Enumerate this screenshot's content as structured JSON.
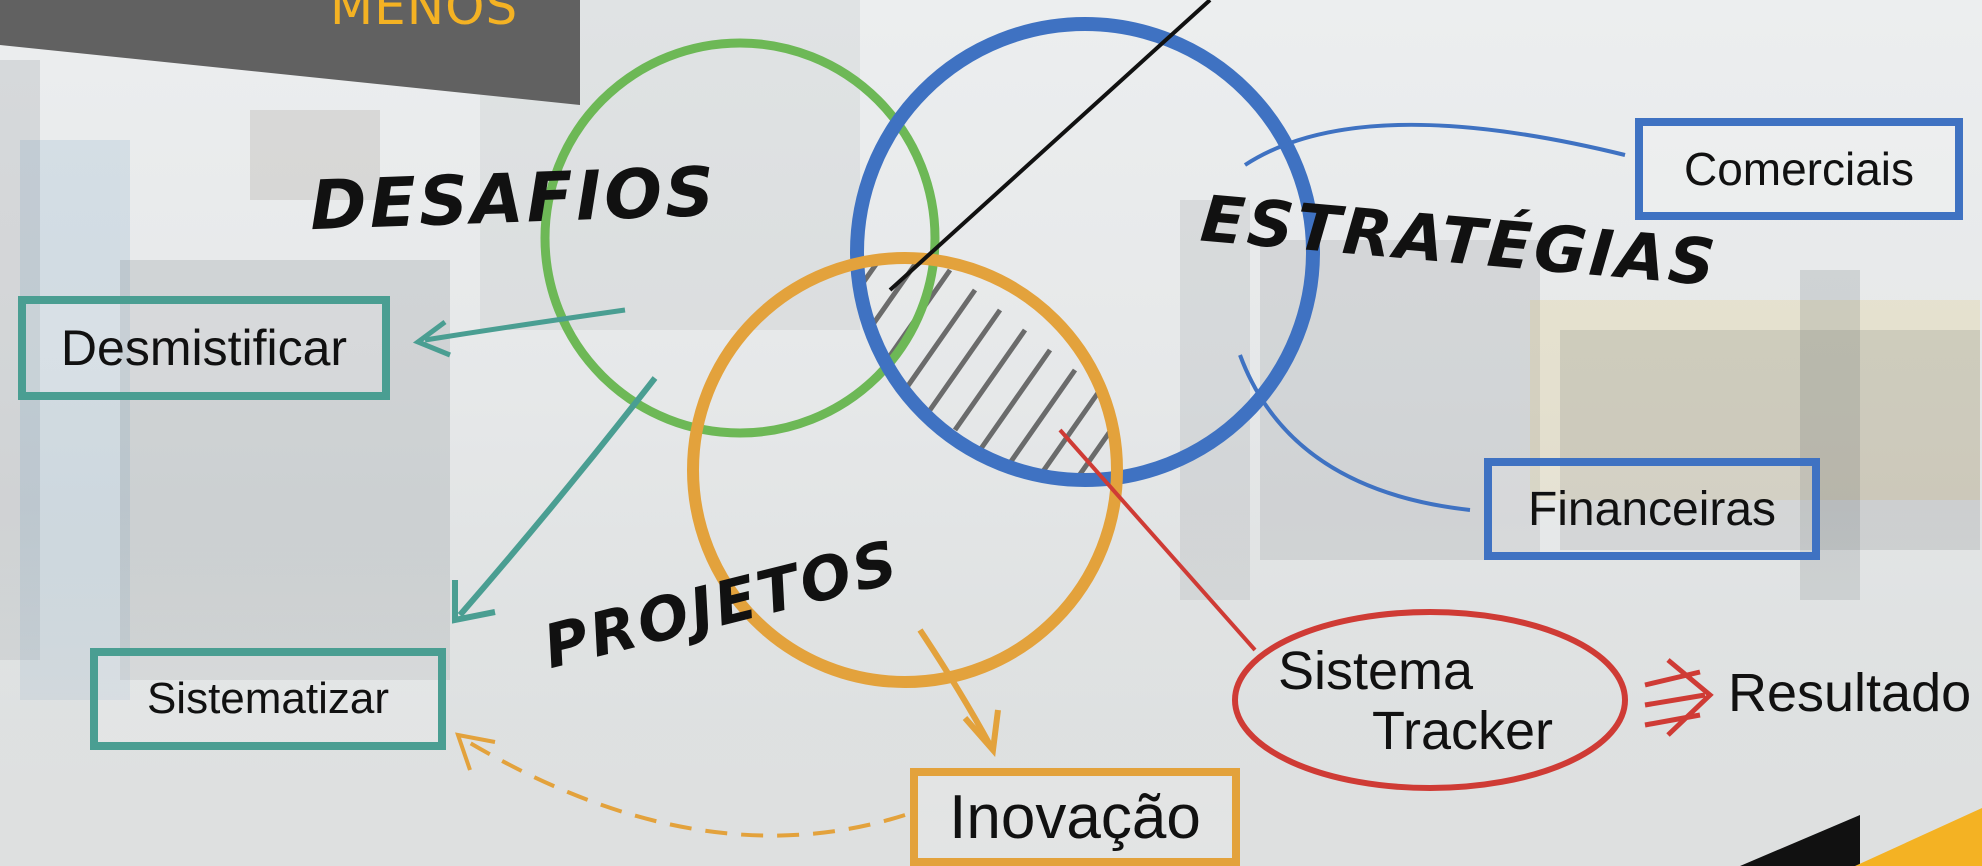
{
  "header": {
    "corner_title": "MENOS"
  },
  "diagram": {
    "circles": [
      {
        "label": "DESAFIOS",
        "color": "#6db856"
      },
      {
        "label": "ESTRATÉGIAS",
        "color": "#3f72c2"
      },
      {
        "label": "PROJETOS",
        "color": "#e3a23c"
      }
    ],
    "challenge_outcomes": [
      "Desmistificar",
      "Sistematizar"
    ],
    "strategy_types": [
      "Comerciais",
      "Financeiras"
    ],
    "project_outcome": "Inovação",
    "tracker": {
      "line1": "Sistema",
      "line2": "Tracker"
    },
    "result": "Resultado",
    "colors": {
      "teal": "#4a9e92",
      "red": "#cf3b35",
      "banner_dark": "#616161",
      "accent_yellow": "#f4b223"
    }
  }
}
